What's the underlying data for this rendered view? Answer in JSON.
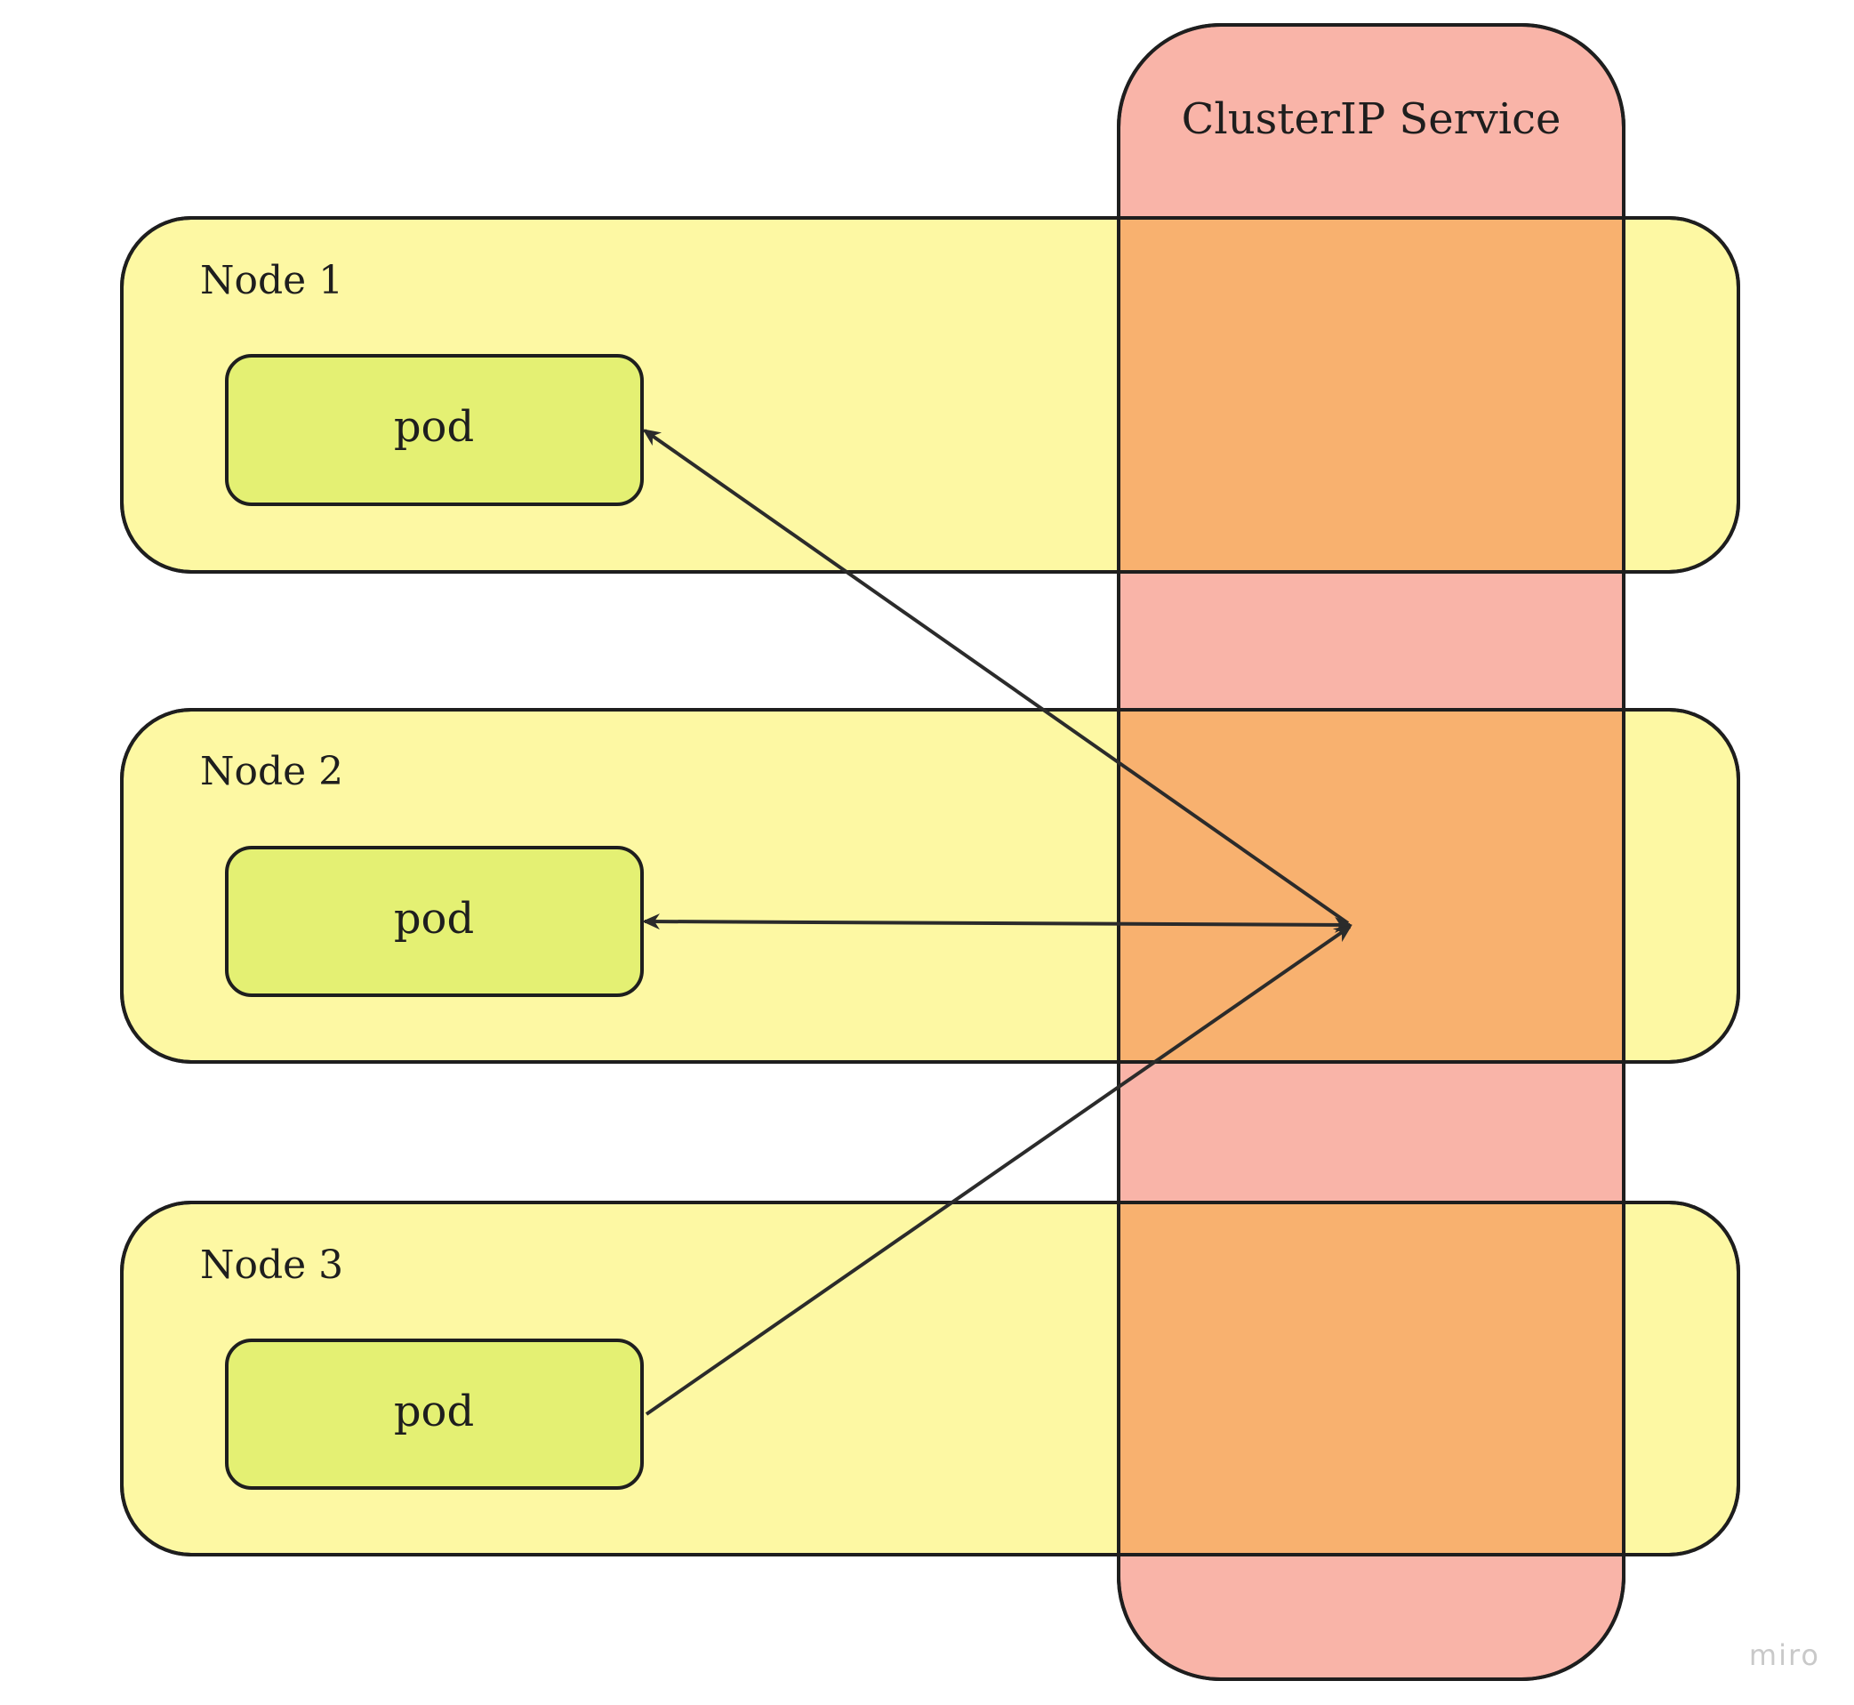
{
  "diagram": {
    "service": {
      "title": "ClusterIP Service",
      "fill": "#f9b4a8",
      "overlap_fill": "#f8b16f"
    },
    "nodes": [
      {
        "label": "Node 1",
        "pod_label": "pod"
      },
      {
        "label": "Node 2",
        "pod_label": "pod"
      },
      {
        "label": "Node 3",
        "pod_label": "pod"
      }
    ],
    "colors": {
      "node_fill": "#fdf8a3",
      "pod_fill": "#e4f073",
      "stroke": "#1e1e1e",
      "arrow": "#2b2b2b"
    },
    "watermark": "miro"
  }
}
